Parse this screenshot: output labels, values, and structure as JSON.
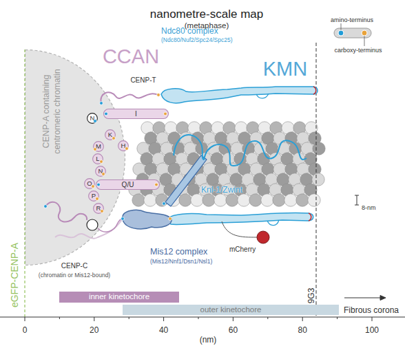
{
  "diagram": {
    "title": "nanometre-scale map",
    "nodes": [
      {
        "text": [
          "CENP-A containing centromeric chromatin"
        ]
      },
      {
        "text": [
          "N"
        ],
        "in": 0
      },
      {
        "text": [
          "I"
        ]
      },
      {
        "text": [
          "K"
        ],
        "in": 0
      },
      {
        "text": [
          "H"
        ]
      },
      {
        "text": [
          "M"
        ],
        "in": 0
      },
      {
        "text": [
          "L"
        ],
        "in": 0
      },
      {
        "text": [
          "N"
        ],
        "in": 0
      },
      {
        "text": [
          "O"
        ],
        "in": 0
      },
      {
        "text": [
          "Q/U"
        ]
      },
      {
        "text": [
          "P"
        ],
        "in": 0
      },
      {
        "text": [
          "R"
        ],
        "in": 0
      },
      {
        "text": [
          "inner kinetochore"
        ]
      },
      {
        "text": [
          "outer kinetochore"
        ]
      }
    ],
    "labels": [
      "(metaphase)",
      "CCAN",
      "KMN",
      "Ndc80 complex",
      "(Ndc80/Nuf2/Spc24/Spc25)",
      "CENP-T",
      "Knl-1/Zwint",
      "Mis12 complex",
      "(Mis12/Nnf1/Dsn1/Nsl1)",
      "mCherry",
      "CENP-C",
      "(chromatin or Mis12-bound)",
      "8-nm",
      "eGFP-CENP-A",
      "9G3",
      "Fibrous corona",
      "0",
      "20",
      "40",
      "60",
      "80",
      "100",
      "(nm)"
    ],
    "legend": [
      {
        "text": "amino-terminus",
        "color": "#1f9bd7"
      },
      {
        "text": "carboxy-terminus",
        "color": "#e8a23a"
      }
    ]
  }
}
